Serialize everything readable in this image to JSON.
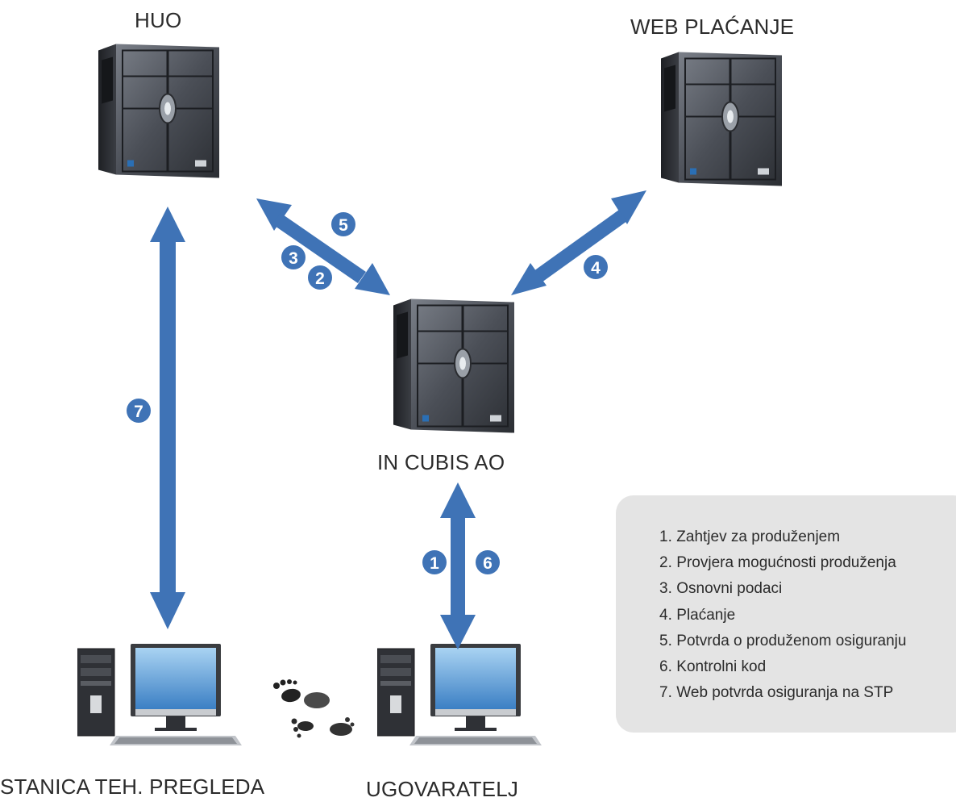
{
  "nodes": {
    "huo": "HUO",
    "web_placanje": "WEB PLAĆANJE",
    "in_cubis": "IN CUBIS AO",
    "stanica": "STANICA TEH. PREGLEDA",
    "ugovaratelj": "UGOVARATELJ"
  },
  "badges": {
    "b1": "1",
    "b2": "2",
    "b3": "3",
    "b4": "4",
    "b5": "5",
    "b6": "6",
    "b7": "7"
  },
  "legend": [
    {
      "num": "1.",
      "text": "Zahtjev za produženjem"
    },
    {
      "num": "2.",
      "text": "Provjera mogućnosti produženja"
    },
    {
      "num": "3.",
      "text": "Osnovni podaci"
    },
    {
      "num": "4.",
      "text": "Plaćanje"
    },
    {
      "num": "5.",
      "text": "Potvrda o produženom osiguranju"
    },
    {
      "num": "6.",
      "text": "Kontrolni kod"
    },
    {
      "num": "7.",
      "text": "Web potvrda osiguranja na STP"
    }
  ],
  "colors": {
    "arrow": "#3f73b6",
    "badge": "#3f73b6",
    "legend_bg": "#e4e4e4",
    "server_dark": "#2f3238",
    "server_light": "#6d727b"
  },
  "icons": {
    "server": "server-tower-icon",
    "workstation": "desktop-computer-icon",
    "footprints": "footprints-icon"
  }
}
